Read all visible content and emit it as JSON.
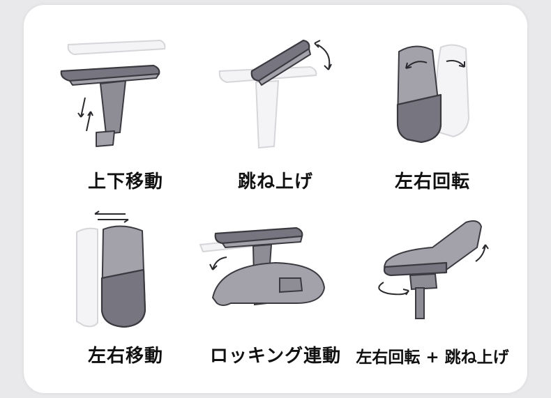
{
  "features": [
    {
      "label": "上下移動",
      "icon": "armrest-up-down-icon"
    },
    {
      "label": "跳ね上げ",
      "icon": "armrest-flip-up-icon"
    },
    {
      "label": "左右回転",
      "icon": "armrest-rotate-icon"
    },
    {
      "label": "左右移動",
      "icon": "armrest-slide-icon"
    },
    {
      "label": "ロッキング連動",
      "icon": "armrest-rocking-icon"
    },
    {
      "label": "左右回転 + 跳ね上げ",
      "icon": "armrest-rotate-flip-icon"
    }
  ]
}
